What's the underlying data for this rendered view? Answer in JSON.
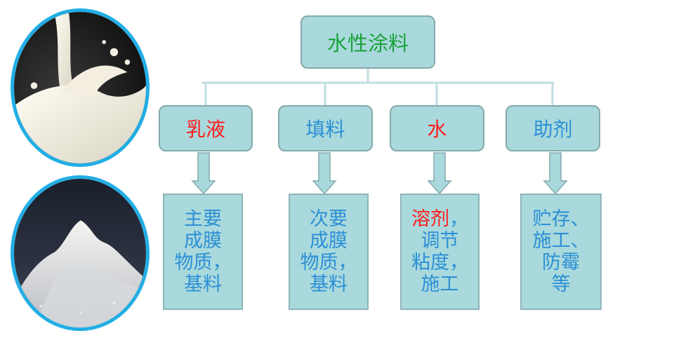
{
  "root": {
    "label": "水性涂料",
    "color": "#1aa23a"
  },
  "categories": [
    {
      "label": "乳液",
      "color": "#ff1a1a",
      "detail_lines": [
        "主要",
        "成膜",
        "物质，",
        "基料"
      ]
    },
    {
      "label": "填料",
      "color": "#2c8fd6",
      "detail_lines": [
        "次要",
        "成膜",
        "物质，",
        "基料"
      ]
    },
    {
      "label": "水",
      "color": "#ff1a1a",
      "detail_lines_first_red": "溶剂",
      "detail_lines_first_rest": "，",
      "detail_lines": [
        "调节",
        "粘度，",
        "施工"
      ]
    },
    {
      "label": "助剂",
      "color": "#2c8fd6",
      "detail_lines": [
        "贮存、",
        "施工、",
        "防霉",
        "等"
      ]
    }
  ],
  "colors": {
    "box_fill": "#a9d9dc",
    "box_border": "#84a9ab",
    "text_blue": "#2c8fd6",
    "photo_ring": "#22aee5"
  }
}
